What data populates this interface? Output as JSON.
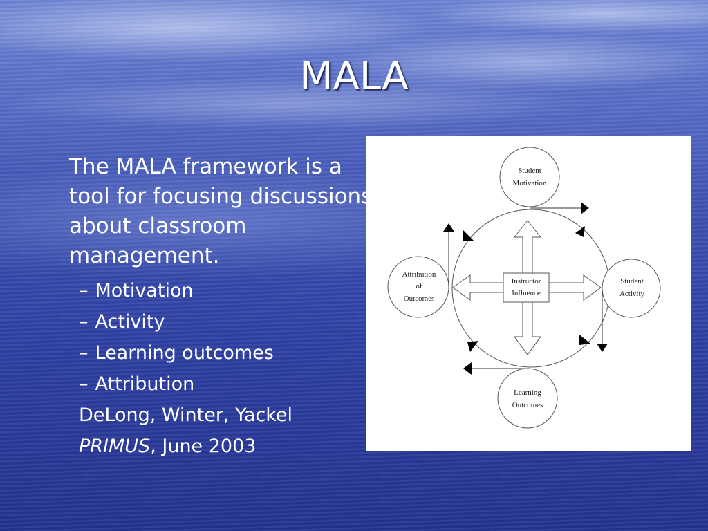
{
  "slide": {
    "title": "MALA",
    "intro": "The MALA framework is a tool for focusing discussions about classroom management.",
    "bullets": [
      {
        "label": "Motivation"
      },
      {
        "label": "Activity"
      },
      {
        "label": "Learning outcomes"
      },
      {
        "label": "Attribution"
      }
    ],
    "dash": "–",
    "citation_authors": "DeLong, Winter, Yackel",
    "citation_journal": "PRIMUS",
    "citation_date": ", June 2003"
  },
  "diagram": {
    "top_line1": "Student",
    "top_line2": "Motivation",
    "right_line1": "Student",
    "right_line2": "Activity",
    "bottom_line1": "Learning",
    "bottom_line2": "Outcomes",
    "left_line1": "Attribution",
    "left_line2": "of",
    "left_line3": "Outcomes",
    "center_line1": "Instructor",
    "center_line2": "Influence"
  }
}
